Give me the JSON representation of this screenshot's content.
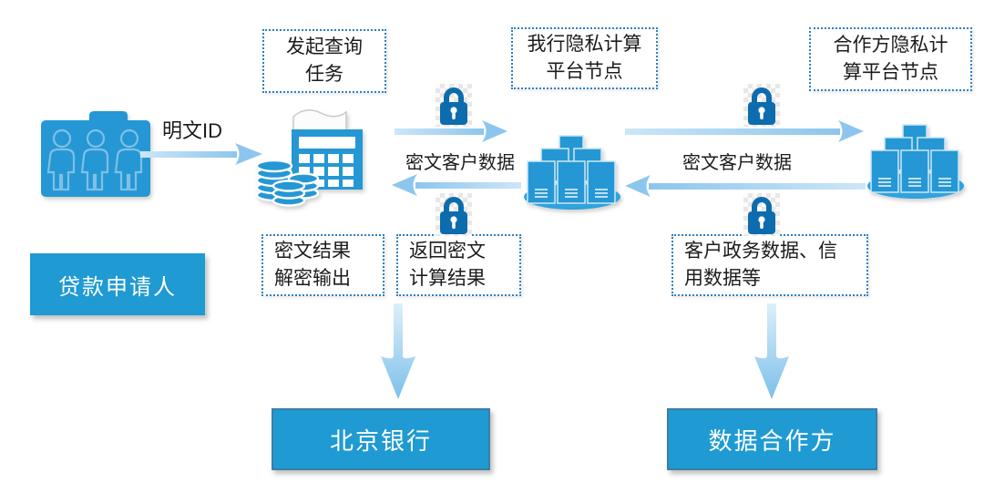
{
  "actors": {
    "applicant": "贷款申请人",
    "bank": "北京银行",
    "partner": "数据合作方"
  },
  "annotations": {
    "initiate_query": {
      "line1": "发起查询",
      "line2": "任务"
    },
    "our_bank_node": {
      "line1": "我行隐私计算",
      "line2": "平台节点"
    },
    "partner_node": {
      "line1": "合作方隐私计",
      "line2": "算平台节点"
    },
    "decrypt_output": {
      "line1": "密文结果",
      "line2": "解密输出"
    },
    "return_result": {
      "line1": "返回密文",
      "line2": "计算结果"
    },
    "partner_data": {
      "line1": "客户政务数据、信",
      "line2": "用数据等"
    }
  },
  "flow_labels": {
    "plaintext_id": "明文ID",
    "cipher_data_left": "密文客户数据",
    "cipher_data_right": "密文客户数据"
  },
  "icons": {
    "applicant_folder": "folder-users-icon",
    "bank_compute": "calculator-coins-icon",
    "our_platform": "server-cluster-icon",
    "partner_platform": "server-cluster-icon",
    "encryption": "lock-icon"
  },
  "colors": {
    "icon_blue": "#2597d4",
    "icon_blue_light": "#2ea3de",
    "lock_blue": "#0d6cad",
    "panel_blue": "#1f9ad2",
    "panel_border": "#3c7ea6",
    "dotted_border": "#2e7fc1",
    "arrow_blue": "#8cc6ee",
    "text_dark": "#1c1c1c",
    "text_white": "#ffffff"
  }
}
